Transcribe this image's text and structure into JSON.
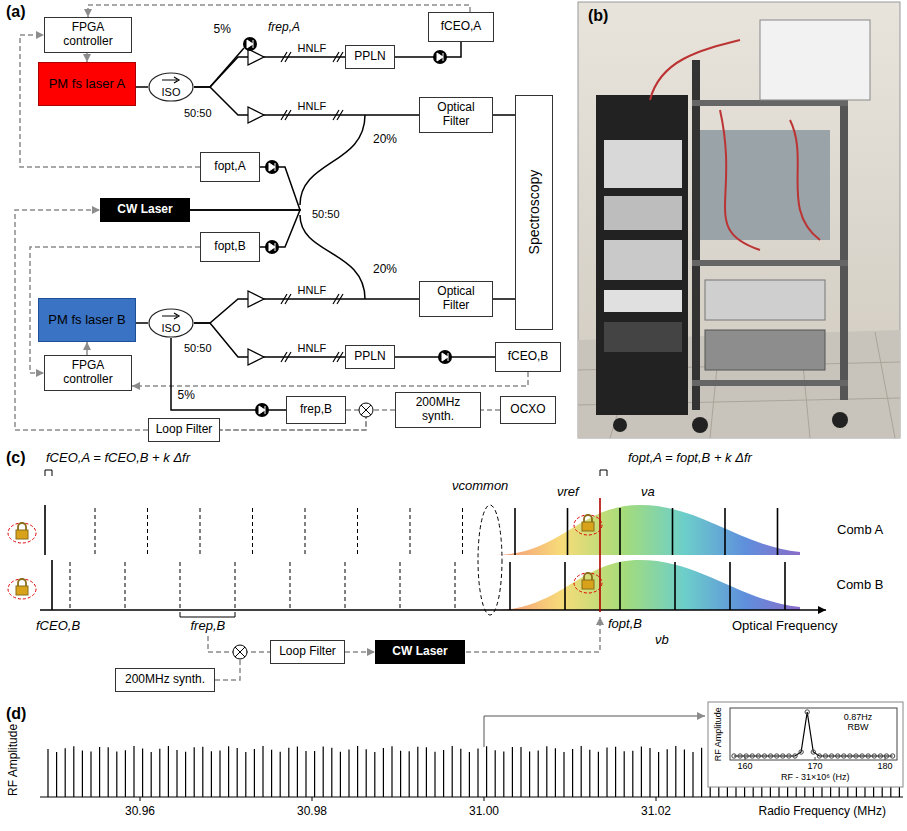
{
  "diagram": {
    "nodes": [
      {
        "text": [
          "FPGA controller"
        ]
      },
      {
        "text": [
          "PM fs laser A"
        ]
      },
      {
        "text": [
          "ISO"
        ]
      },
      {
        "text": [
          "fCEO,A"
        ]
      },
      {
        "text": [
          "PPLN"
        ]
      },
      {
        "text": [
          "Optical Filter"
        ]
      },
      {
        "text": [
          "Spectroscopy"
        ]
      },
      {
        "text": [
          "fopt,A"
        ]
      },
      {
        "text": [
          "CW Laser"
        ]
      },
      {
        "text": [
          "fopt,B"
        ]
      },
      {
        "text": [
          "PM fs laser B"
        ]
      },
      {
        "text": [
          "ISO"
        ]
      },
      {
        "text": [
          "FPGA controller"
        ]
      },
      {
        "text": [
          "Optical Filter"
        ]
      },
      {
        "text": [
          "PPLN"
        ]
      },
      {
        "text": [
          "fCEO,B"
        ]
      },
      {
        "text": [
          "frep,B"
        ]
      },
      {
        "text": [
          "200MHz synth."
        ]
      },
      {
        "text": [
          "OCXO"
        ]
      },
      {
        "text": [
          "Loop Filter"
        ]
      },
      {
        "text": [
          "200MHz synth."
        ]
      },
      {
        "text": [
          "Loop Filter"
        ]
      },
      {
        "text": [
          "CW Laser"
        ]
      }
    ],
    "edges": [
      {
        "from": 0,
        "to": 1,
        "arrow": "to"
      },
      {
        "from": 1,
        "to": 2,
        "arrow": "none"
      },
      {
        "from": 2,
        "to": 4,
        "arrow": "none"
      },
      {
        "from": 2,
        "to": 5,
        "arrow": "none"
      },
      {
        "from": 4,
        "to": 3,
        "arrow": "none"
      },
      {
        "from": 3,
        "to": 0,
        "arrow": "to"
      },
      {
        "from": 5,
        "to": 6,
        "arrow": "none"
      },
      {
        "from": 8,
        "to": 7,
        "arrow": "none"
      },
      {
        "from": 8,
        "to": 9,
        "arrow": "none"
      },
      {
        "from": 7,
        "to": 0,
        "arrow": "to"
      },
      {
        "from": 9,
        "to": 12,
        "arrow": "to"
      },
      {
        "from": 10,
        "to": 11,
        "arrow": "none"
      },
      {
        "from": 11,
        "to": 13,
        "arrow": "none"
      },
      {
        "from": 11,
        "to": 14,
        "arrow": "none"
      },
      {
        "from": 14,
        "to": 15,
        "arrow": "none"
      },
      {
        "from": 13,
        "to": 6,
        "arrow": "none"
      },
      {
        "from": 15,
        "to": 12,
        "arrow": "to"
      },
      {
        "from": 12,
        "to": 10,
        "arrow": "to"
      },
      {
        "from": 11,
        "to": 16,
        "arrow": "none"
      },
      {
        "from": 16,
        "to": 19,
        "arrow": "none"
      },
      {
        "from": 17,
        "to": 19,
        "arrow": "none"
      },
      {
        "from": 18,
        "to": 17,
        "arrow": "none"
      },
      {
        "from": 19,
        "to": 8,
        "arrow": "to"
      },
      {
        "from": 20,
        "to": 21,
        "arrow": "none"
      },
      {
        "from": 21,
        "to": 22,
        "arrow": "to"
      }
    ],
    "labels": [
      "(a)",
      "5%",
      "frep,A",
      "HNLF",
      "20%",
      "50:50",
      "HNLF",
      "50:50",
      "20%",
      "50:50",
      "HNLF",
      "HNLF",
      "5%",
      "(b)",
      "(c)",
      "fCEO,A = fCEO,B + k Δfr",
      "νcommon",
      "fopt,A = fopt,B + k Δfr",
      "νref",
      "νa",
      "Comb A",
      "fCEO,B",
      "frep,B",
      "Comb B",
      "Optical Frequency",
      "fopt,B",
      "νb",
      "(d)",
      "RF Amplitude",
      "30.96",
      "30.98",
      "31.00",
      "31.02",
      "Radio Frequency (MHz)",
      "RF Amplitude",
      "0.87Hz RBW",
      "160",
      "170",
      "180",
      "RF - 31×10⁶ (Hz)"
    ]
  }
}
